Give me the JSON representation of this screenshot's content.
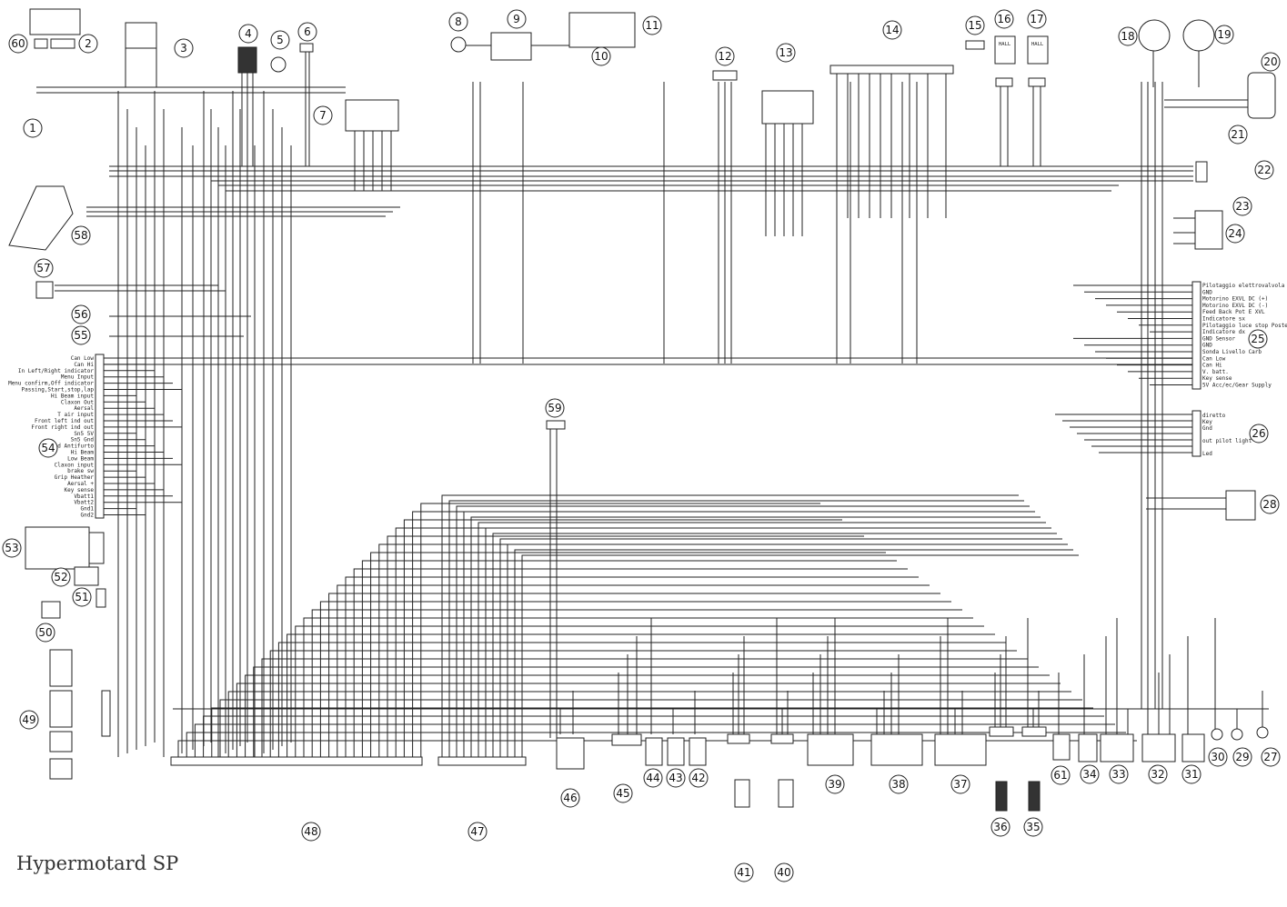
{
  "caption": "Hypermotard SP",
  "labels": {
    "pins_25": [
      "Pilotaggio elettrovalvola",
      "GND",
      "Motorino EXVL DC (+)",
      "Motorino EXVL DC (-)",
      "Feed Back Pot E XVL",
      "Indicatore sx",
      "Pilotaggio luce stop Posteriore",
      "Indicatore dx",
      "GND Sensor",
      "GND",
      "Sonda Livello Carb",
      "Can Low",
      "Can Hi",
      "V. batt.",
      "Key sense",
      "5V Acc/ec/Gear Supply"
    ],
    "pins_26": [
      "diretto",
      "Key",
      "Gnd",
      "",
      "out pilot light",
      "",
      "Led"
    ],
    "pins_54": [
      "Can Low",
      "Can Hi",
      "In Left/Right indicator",
      "Menu Input",
      "Menu confirm,Off indicator",
      "Passing,Start,stop,lap",
      "Hi Beam input",
      "Claxon Out",
      "Aersal",
      "T air input",
      "Front left ind out",
      "Front right ind out",
      "Sn5 5V",
      "Sn5 Gnd",
      "Led Antifurto",
      "Hi Beam",
      "Low Beam",
      "Claxon input",
      "brake sw",
      "Grip Heather",
      "Aersal +",
      "Key sense",
      "Vbatt1",
      "Vbatt2",
      "Gnd1",
      "Gnd2"
    ],
    "hall_16": "HALL",
    "hall_17": "HALL"
  }
}
